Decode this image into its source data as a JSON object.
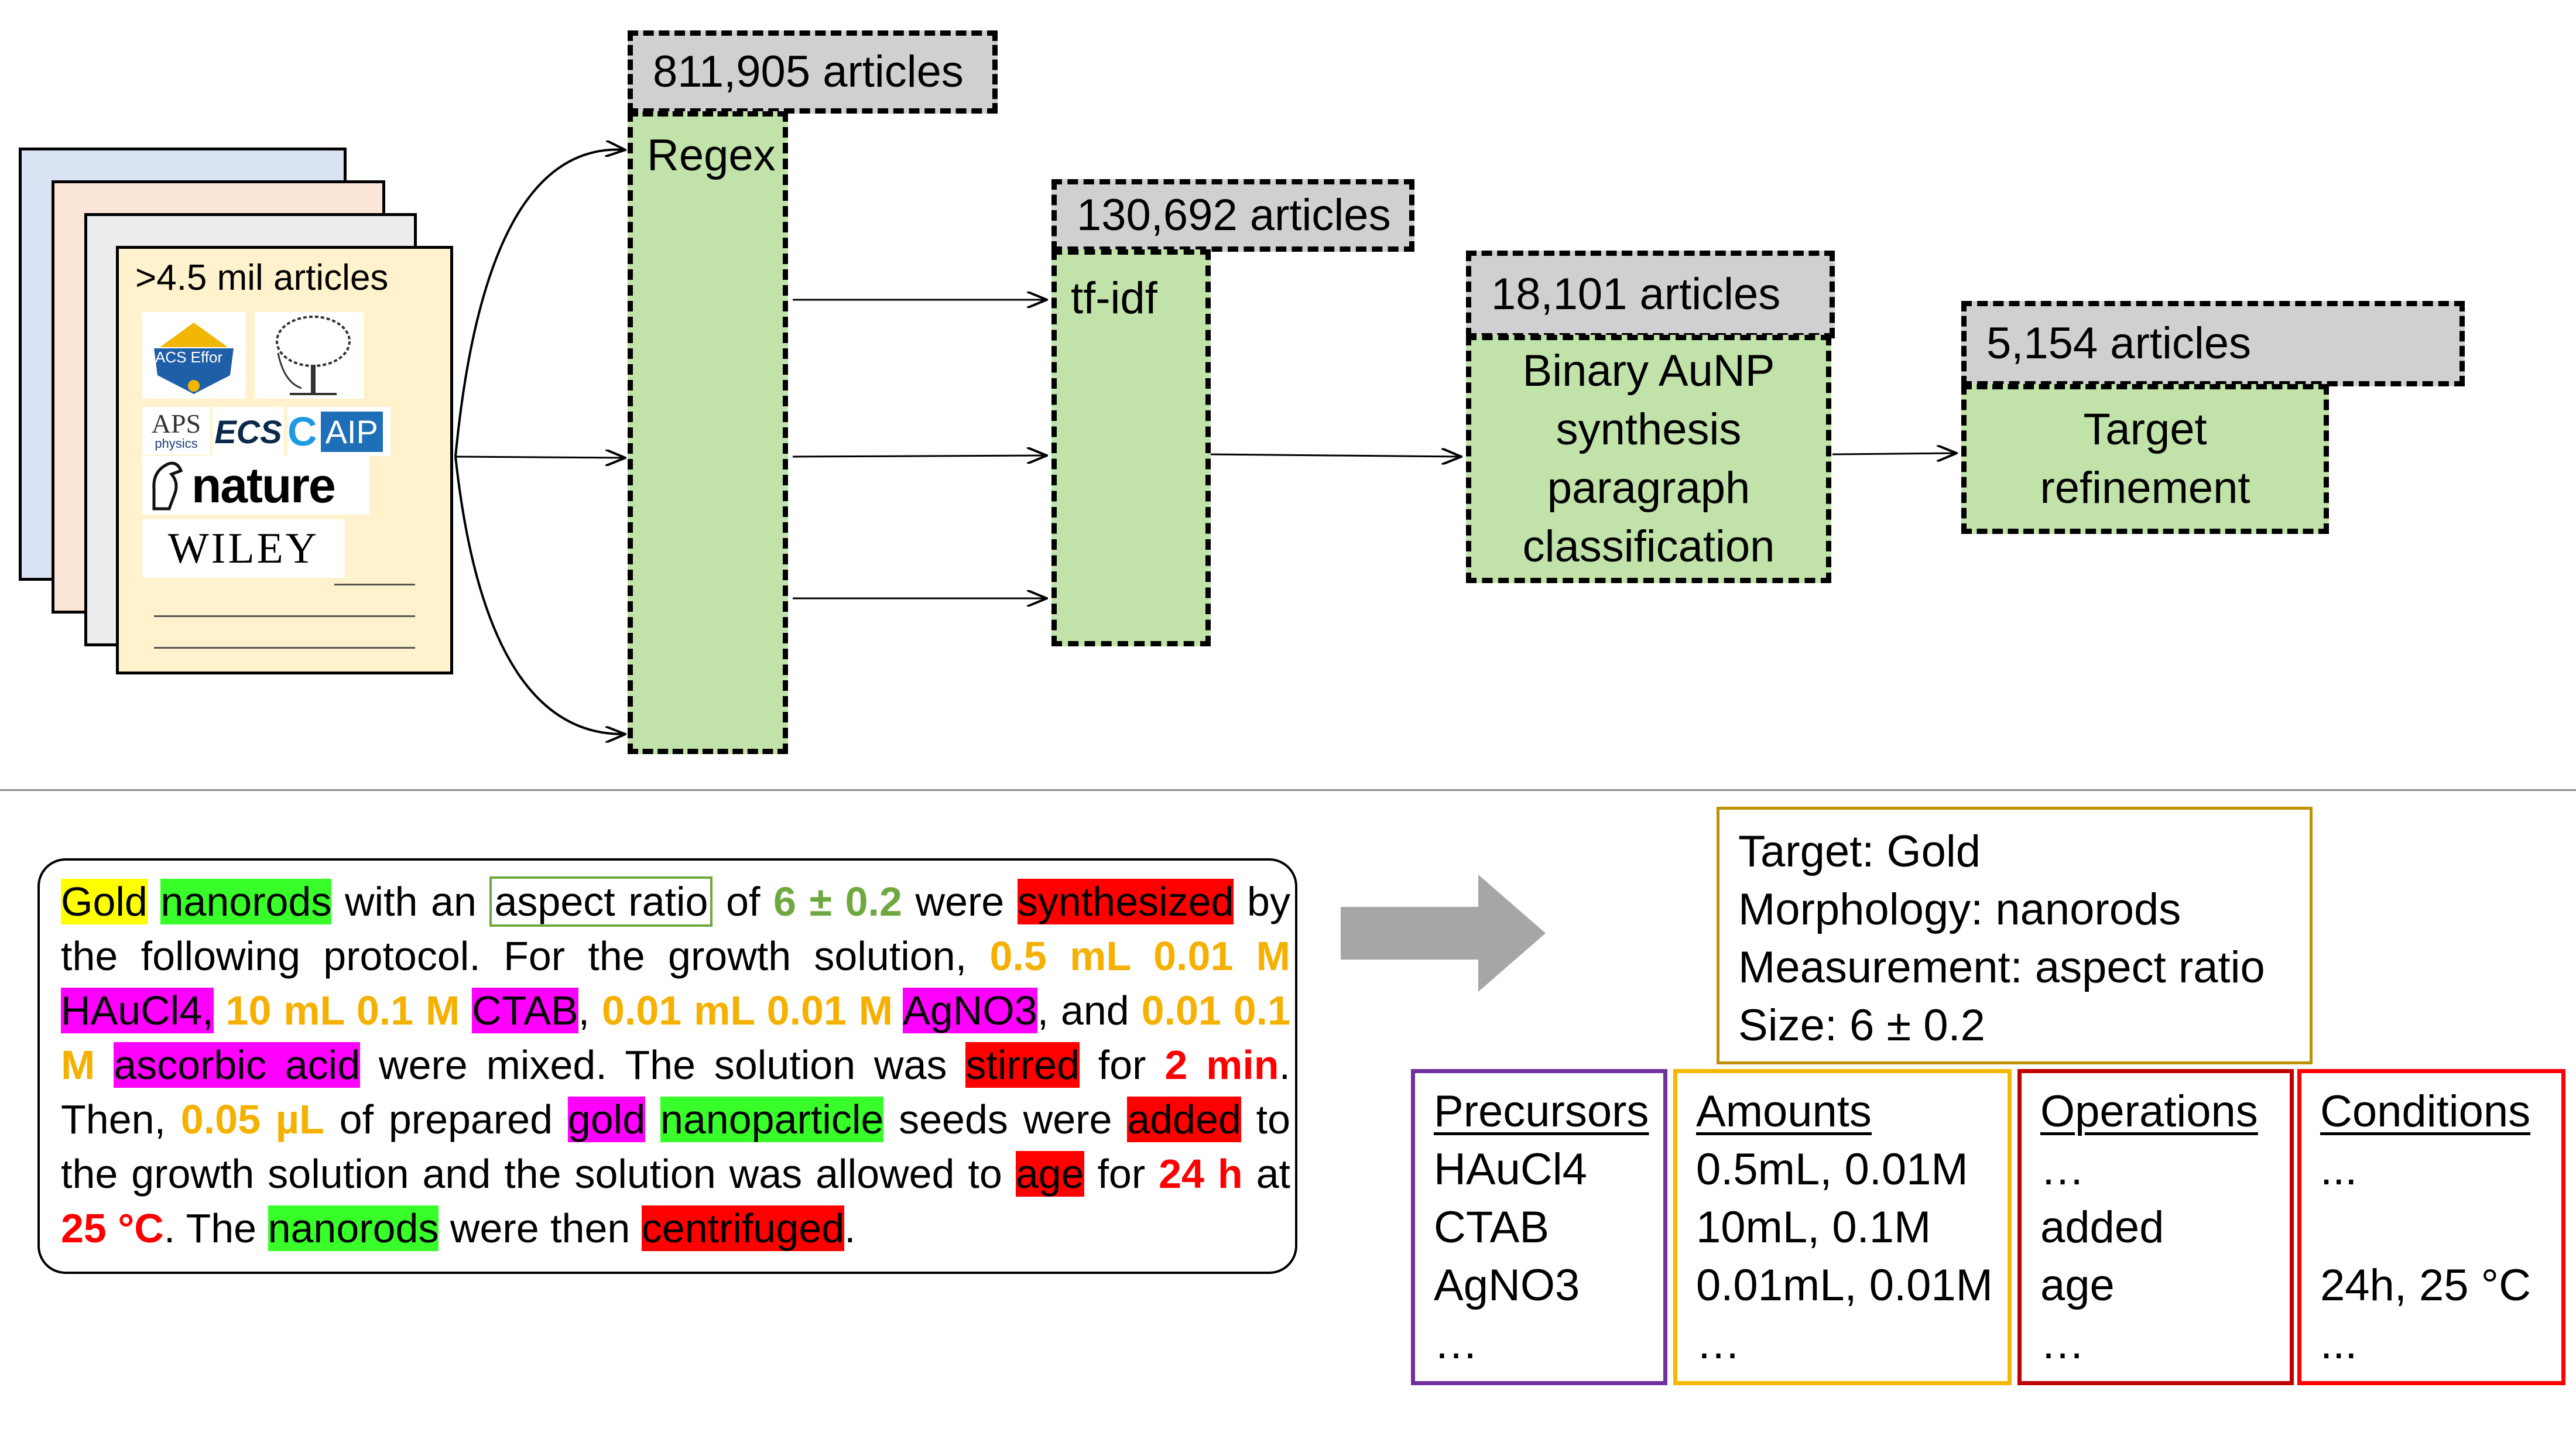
{
  "sources": {
    "count_label": ">4.5 mil articles",
    "logos": {
      "acs": "ACS Effor",
      "aps_top": "APS",
      "aps_bottom": "physics",
      "ecs": "ECS",
      "aip_c": "C",
      "aip": "AIP",
      "nature": "nature",
      "wiley": "WILEY"
    }
  },
  "pipeline": {
    "stages": [
      {
        "count": "811,905 articles",
        "name": "Regex"
      },
      {
        "count": "130,692 articles",
        "name": "tf-idf"
      },
      {
        "count": "18,101 articles",
        "name_lines": [
          "Binary AuNP",
          "synthesis",
          "paragraph",
          "classification"
        ]
      },
      {
        "count": "5,154 articles",
        "name_lines": [
          "Target",
          "refinement"
        ]
      }
    ]
  },
  "paragraph": {
    "t01": "Gold",
    "t02": " ",
    "t03": "nanorods",
    "t04": " with an ",
    "t05": "aspect ratio",
    "t06": " of ",
    "t07": "6 ± 0.2",
    "t08": " were ",
    "t09": "synthesized",
    "t10": " by the following protocol. For the growth solution, ",
    "t11": "0.5 mL 0.01 M",
    "t12": " ",
    "t13": "HAuCl4,",
    "t14": " ",
    "t15": "10 mL 0.1 M",
    "t16": " ",
    "t17": "CTAB",
    "t18": ", ",
    "t19": "0.01 mL 0.01 M",
    "t20": " ",
    "t21": "AgNO3",
    "t22": ", and ",
    "t23": "0.01 0.1 M",
    "t24": " ",
    "t25": "ascorbic acid",
    "t26": " were mixed. The solution was ",
    "t27": "stirred",
    "t28": " for ",
    "t29": "2 min",
    "t30": ". Then, ",
    "t31": "0.05 µL",
    "t32": " of prepared ",
    "t33": "gold",
    "t34": " ",
    "t35": "nanoparticle",
    "t36": " seeds were ",
    "t37": "added",
    "t38": " to the growth solution and the solution was allowed to ",
    "t39": "age",
    "t40": " for ",
    "t41": "24 h",
    "t42": " at ",
    "t43": "25 °C",
    "t44": ". The ",
    "t45": "nanorods",
    "t46": " were then ",
    "t47": "centrifuged",
    "t48": "."
  },
  "summary": {
    "lines": [
      "Target: Gold",
      "Morphology: nanorods",
      "Measurement: aspect ratio",
      "Size: 6 ± 0.2"
    ]
  },
  "tables": [
    {
      "header": "Precursors",
      "items": [
        "HAuCl4",
        "CTAB",
        "AgNO3",
        "…"
      ],
      "color": "#7030a0"
    },
    {
      "header": "Amounts",
      "items": [
        "0.5mL, 0.01M",
        "10mL, 0.1M",
        "0.01mL, 0.01M",
        "…"
      ],
      "color": "#f5b800"
    },
    {
      "header": "Operations",
      "items": [
        "…",
        "added",
        "age",
        "…"
      ],
      "color": "#c00000"
    },
    {
      "header": "Conditions",
      "items": [
        "...",
        "",
        "24h, 25 °C",
        "..."
      ],
      "color": "#ff0000"
    }
  ],
  "colors": {
    "box_green": "#c1e2a8",
    "box_grey": "#d0d0d0",
    "summary_border": "#bf9000",
    "highlight_yellow": "#ffff00",
    "highlight_green": "#38ff2a",
    "highlight_magenta": "#ff00ff",
    "highlight_red": "#ff0000",
    "amount_text": "#f5b000",
    "condition_text": "#ff0000"
  }
}
